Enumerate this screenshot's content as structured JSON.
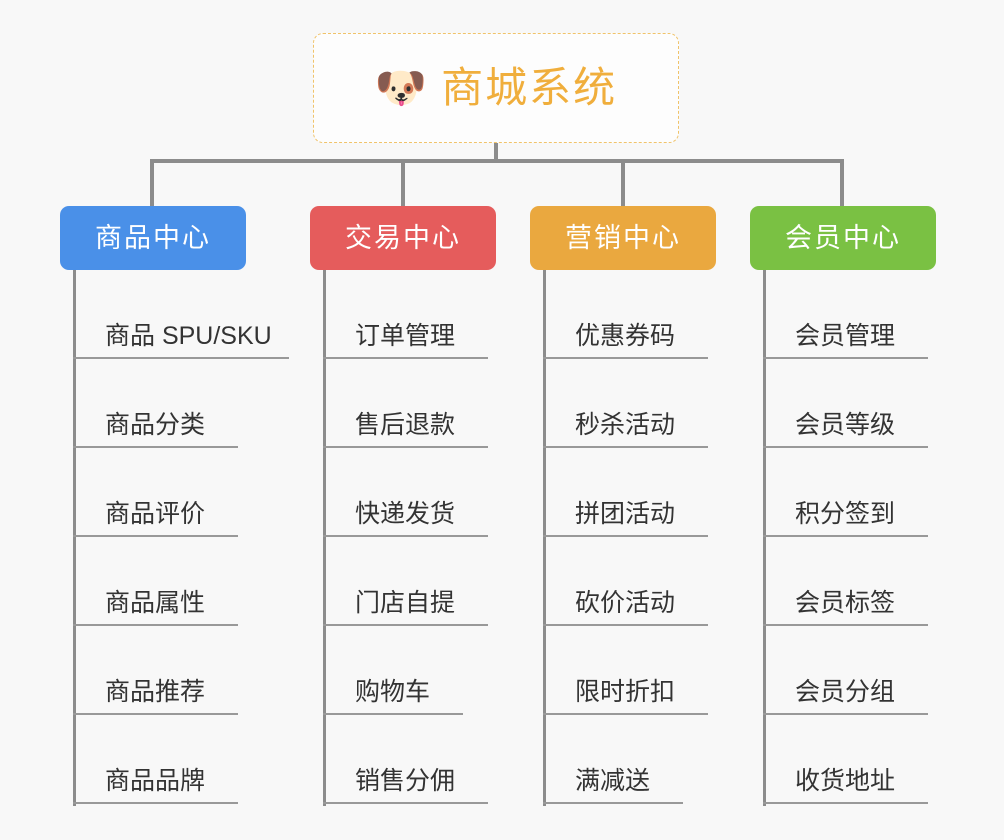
{
  "page": {
    "background_color": "#f8f8f8",
    "connector_color": "#8c8c8c",
    "leaf_text_color": "#333333",
    "leaf_rule_color": "#999999"
  },
  "root": {
    "icon": "dog-face-icon",
    "icon_glyph": "🐶",
    "title": "商城系统",
    "title_color": "#f0ae3c",
    "border_color": "#f0c36a",
    "background_color": "#fdfdfd"
  },
  "columns": [
    {
      "name": "product-center",
      "title": "商品中心",
      "color": "#4a90e8",
      "items": [
        "商品 SPU/SKU",
        "商品分类",
        "商品评价",
        "商品属性",
        "商品推荐",
        "商品品牌"
      ]
    },
    {
      "name": "trade-center",
      "title": "交易中心",
      "color": "#e55c5c",
      "items": [
        "订单管理",
        "售后退款",
        "快递发货",
        "门店自提",
        "购物车",
        "销售分佣"
      ]
    },
    {
      "name": "marketing-center",
      "title": "营销中心",
      "color": "#eaa83f",
      "items": [
        "优惠券码",
        "秒杀活动",
        "拼团活动",
        "砍价活动",
        "限时折扣",
        "满减送"
      ]
    },
    {
      "name": "member-center",
      "title": "会员中心",
      "color": "#7ac143",
      "items": [
        "会员管理",
        "会员等级",
        "积分签到",
        "会员标签",
        "会员分组",
        "收货地址"
      ]
    }
  ]
}
